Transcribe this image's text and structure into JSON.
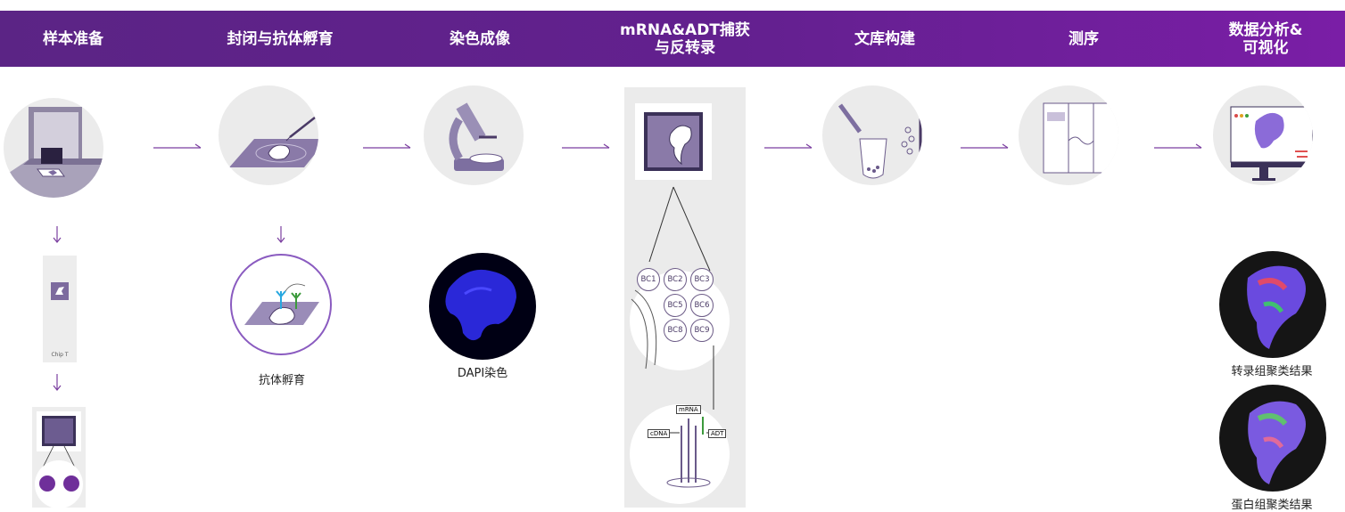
{
  "steps": [
    {
      "label": "样本准备"
    },
    {
      "label": "封闭与抗体孵育"
    },
    {
      "label": "染色成像"
    },
    {
      "label": "mRNA&ADT捕获\n与反转录"
    },
    {
      "label": "文库构建"
    },
    {
      "label": "测序"
    },
    {
      "label": "数据分析&\n可视化"
    }
  ],
  "captions": {
    "antibody": "抗体孵育",
    "dapi": "DAPI染色",
    "transcriptome": "转录组聚类结果",
    "protein": "蛋白组聚类结果",
    "chip": "Chip T"
  },
  "barcodes": [
    "BC1",
    "BC2",
    "BC3",
    "BC5",
    "BC6",
    "BC8",
    "BC9"
  ],
  "molecule_labels": {
    "mrna": "mRNA",
    "cdna": "cDNA",
    "adt": "ADT"
  },
  "colors": {
    "header_start": "#5b2485",
    "header_end": "#7a1ea6",
    "accent": "#7b3fa0",
    "circle_bg": "#ebebeb"
  }
}
